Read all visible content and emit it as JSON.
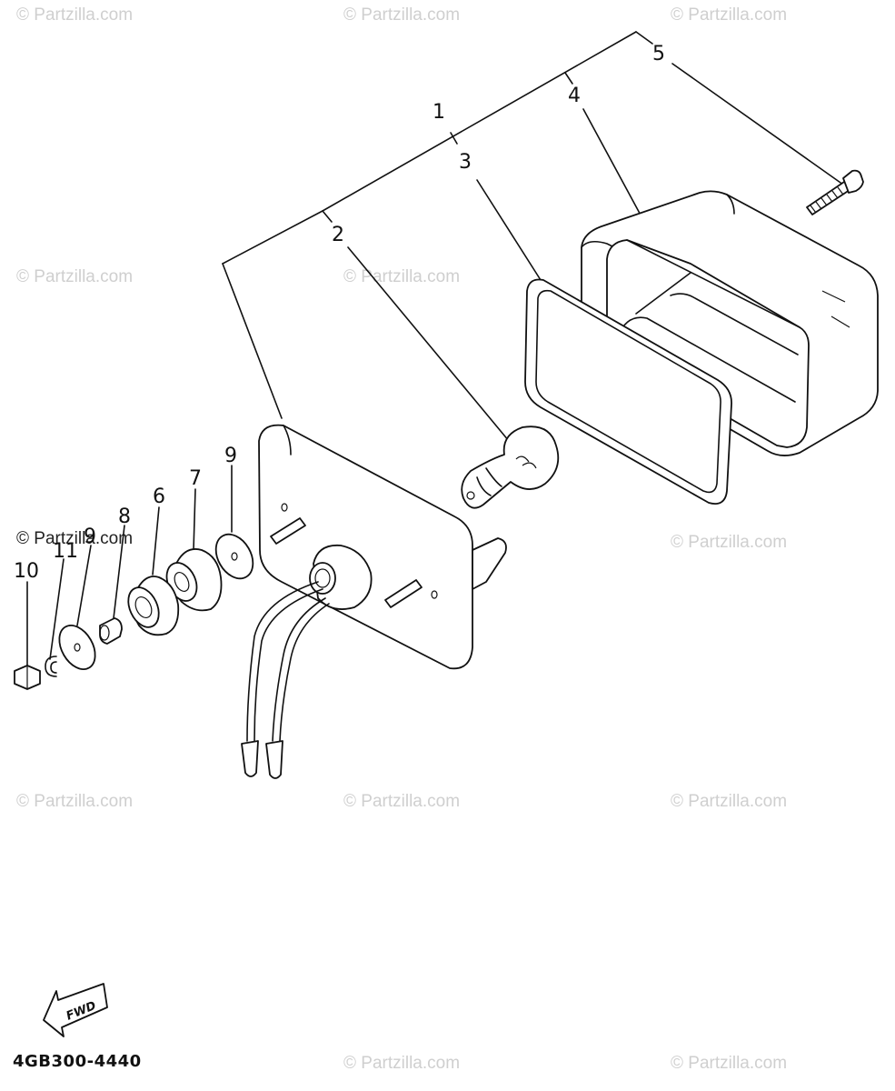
{
  "watermark": "© Partzilla.com",
  "callouts": {
    "c1": "1",
    "c2": "2",
    "c3": "3",
    "c4": "4",
    "c5": "5",
    "c6": "6",
    "c7": "7",
    "c8": "8",
    "c9a": "9",
    "c9b": "9",
    "c10": "10",
    "c11": "11"
  },
  "diagram_code": "4GB300-4440",
  "direction_label": "FWD",
  "icons": {
    "direction": "fwd-arrow-icon"
  }
}
